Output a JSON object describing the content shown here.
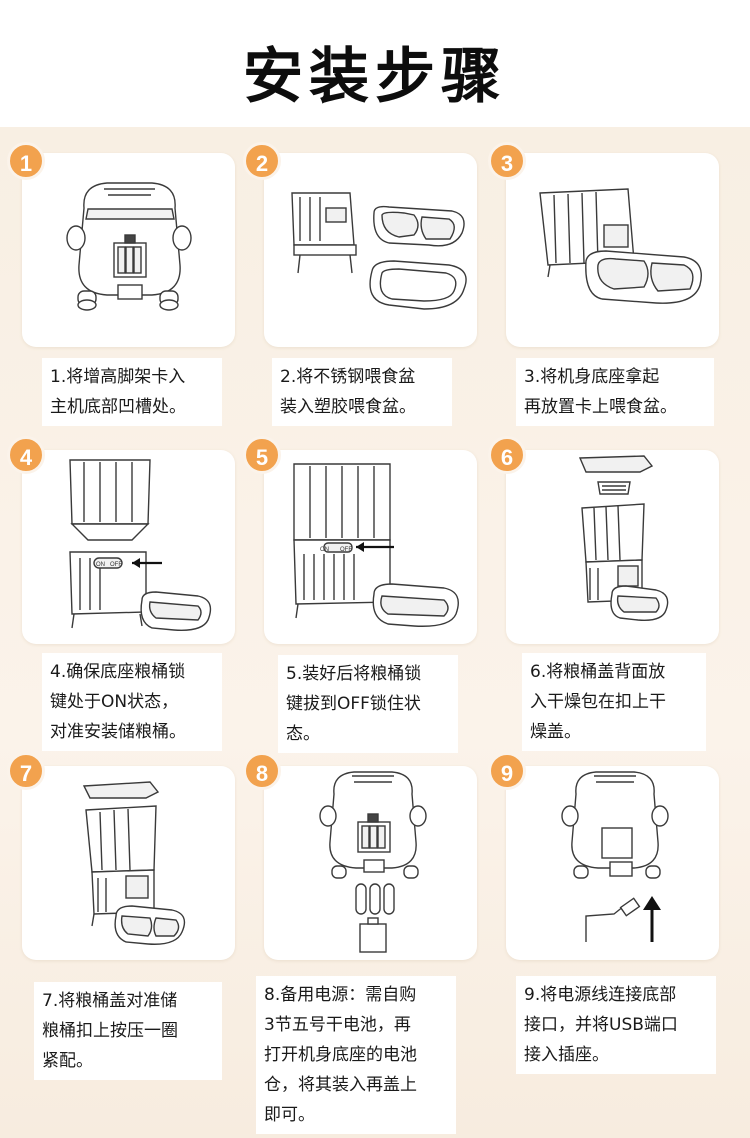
{
  "title": "安装步骤",
  "steps": [
    {
      "num": "1",
      "lines": [
        "1.将增高脚架卡入",
        "主机底部凹槽处。"
      ]
    },
    {
      "num": "2",
      "lines": [
        "2.将不锈钢喂食盆",
        "装入塑胶喂食盆。"
      ]
    },
    {
      "num": "3",
      "lines": [
        "3.将机身底座拿起",
        "再放置卡上喂食盆。"
      ]
    },
    {
      "num": "4",
      "lines": [
        "4.确保底座粮桶锁",
        "键处于ON状态，",
        "对准安装储粮桶。"
      ]
    },
    {
      "num": "5",
      "lines": [
        "5.装好后将粮桶锁",
        "键拔到OFF锁住状",
        "态。"
      ]
    },
    {
      "num": "6",
      "lines": [
        "6.将粮桶盖背面放",
        "入干燥包在扣上干",
        "燥盖。"
      ]
    },
    {
      "num": "7",
      "lines": [
        "7.将粮桶盖对准储",
        "粮桶扣上按压一圈",
        "紧配。"
      ]
    },
    {
      "num": "8",
      "lines": [
        "8.备用电源：需自购",
        "3节五号干电池，再",
        "打开机身底座的电池",
        "仓，将其装入再盖上",
        "即可。"
      ]
    },
    {
      "num": "9",
      "lines": [
        "9.将电源线连接底部",
        "接口，并将USB端口",
        "接入插座。"
      ]
    }
  ],
  "switch_labels": {
    "on": "ON",
    "off": "OFF"
  },
  "colors": {
    "accent": "#f2a24e",
    "panel": "#f8efe3"
  },
  "icons": [
    "feeder-bottom-icon",
    "bowls-icon",
    "feeder-bowl-icon",
    "hopper-install-icon",
    "feeder-assembled-icon",
    "lid-desiccant-icon",
    "lid-press-icon",
    "battery-icon",
    "power-cable-icon"
  ]
}
